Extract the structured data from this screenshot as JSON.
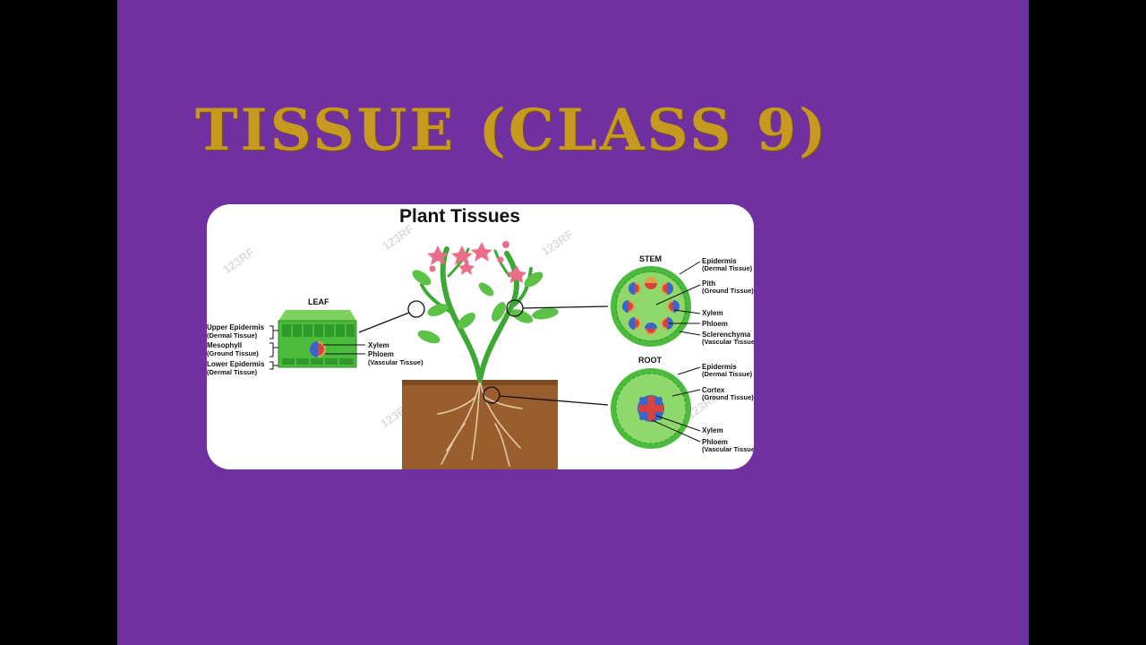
{
  "slide": {
    "title": "TISSUE (CLASS 9)",
    "colors": {
      "background": "#7030a0",
      "title": "#c59a1e",
      "frame": "#000000"
    }
  },
  "diagram": {
    "title": "Plant Tissues",
    "watermark": "123RF",
    "leaf": {
      "heading": "LEAF",
      "left_labels": [
        {
          "name": "Upper Epidermis",
          "tissue": "(Dermal Tissue)"
        },
        {
          "name": "Mesophyll",
          "tissue": "(Ground Tissue)"
        },
        {
          "name": "Lower Epidermis",
          "tissue": "(Dermal Tissue)"
        }
      ],
      "right_labels": [
        {
          "name": "Xylem",
          "tissue": ""
        },
        {
          "name": "Phloem",
          "tissue": "(Vascular Tissue)"
        }
      ]
    },
    "stem": {
      "heading": "STEM",
      "labels": [
        {
          "name": "Epidermis",
          "tissue": "(Dermal Tissue)"
        },
        {
          "name": "Pith",
          "tissue": "(Ground Tissue)"
        },
        {
          "name": "Xylem",
          "tissue": ""
        },
        {
          "name": "Phloem",
          "tissue": ""
        },
        {
          "name": "Sclerenchyma",
          "tissue": "(Vascular Tissue)"
        }
      ]
    },
    "root": {
      "heading": "ROOT",
      "labels": [
        {
          "name": "Epidermis",
          "tissue": "(Dermal Tissue)"
        },
        {
          "name": "Cortex",
          "tissue": "(Ground Tissue)"
        },
        {
          "name": "Xylem",
          "tissue": ""
        },
        {
          "name": "Phloem",
          "tissue": "(Vascular Tissue)"
        }
      ]
    }
  }
}
